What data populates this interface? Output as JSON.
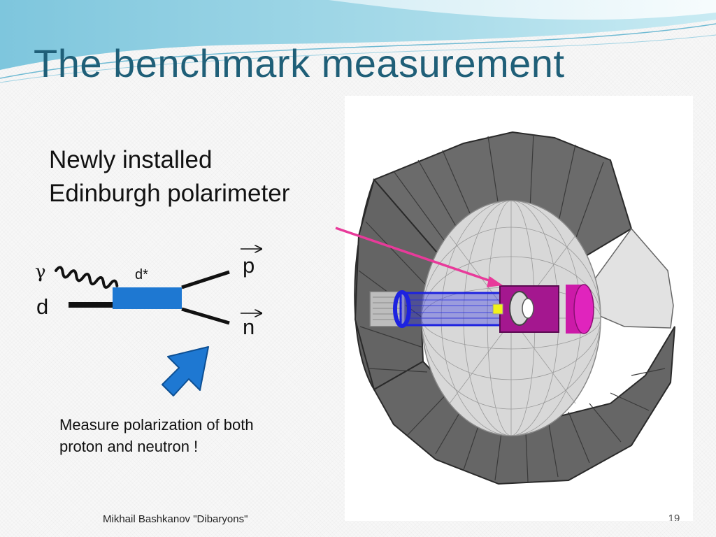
{
  "slide": {
    "title": "The benchmark measurement",
    "intro_lines": [
      "Newly installed",
      "Edinburgh polarimeter"
    ],
    "diagram": {
      "gamma_label": "γ",
      "d_label": "d",
      "dstar_label": "d*",
      "p_label": "p",
      "n_label": "n"
    },
    "note_lines": [
      "Measure polarization of both",
      "proton and neutron !"
    ],
    "footer": "Mikhail Bashkanov \"Dibaryons\"",
    "page_number": "19"
  },
  "colors": {
    "title": "#1f5f78",
    "resonance_box": "#1e78d2",
    "pointer_arrow": "#e83a9a",
    "target_cell": "#a4178f",
    "beam_pipe": "#1d22e0"
  }
}
